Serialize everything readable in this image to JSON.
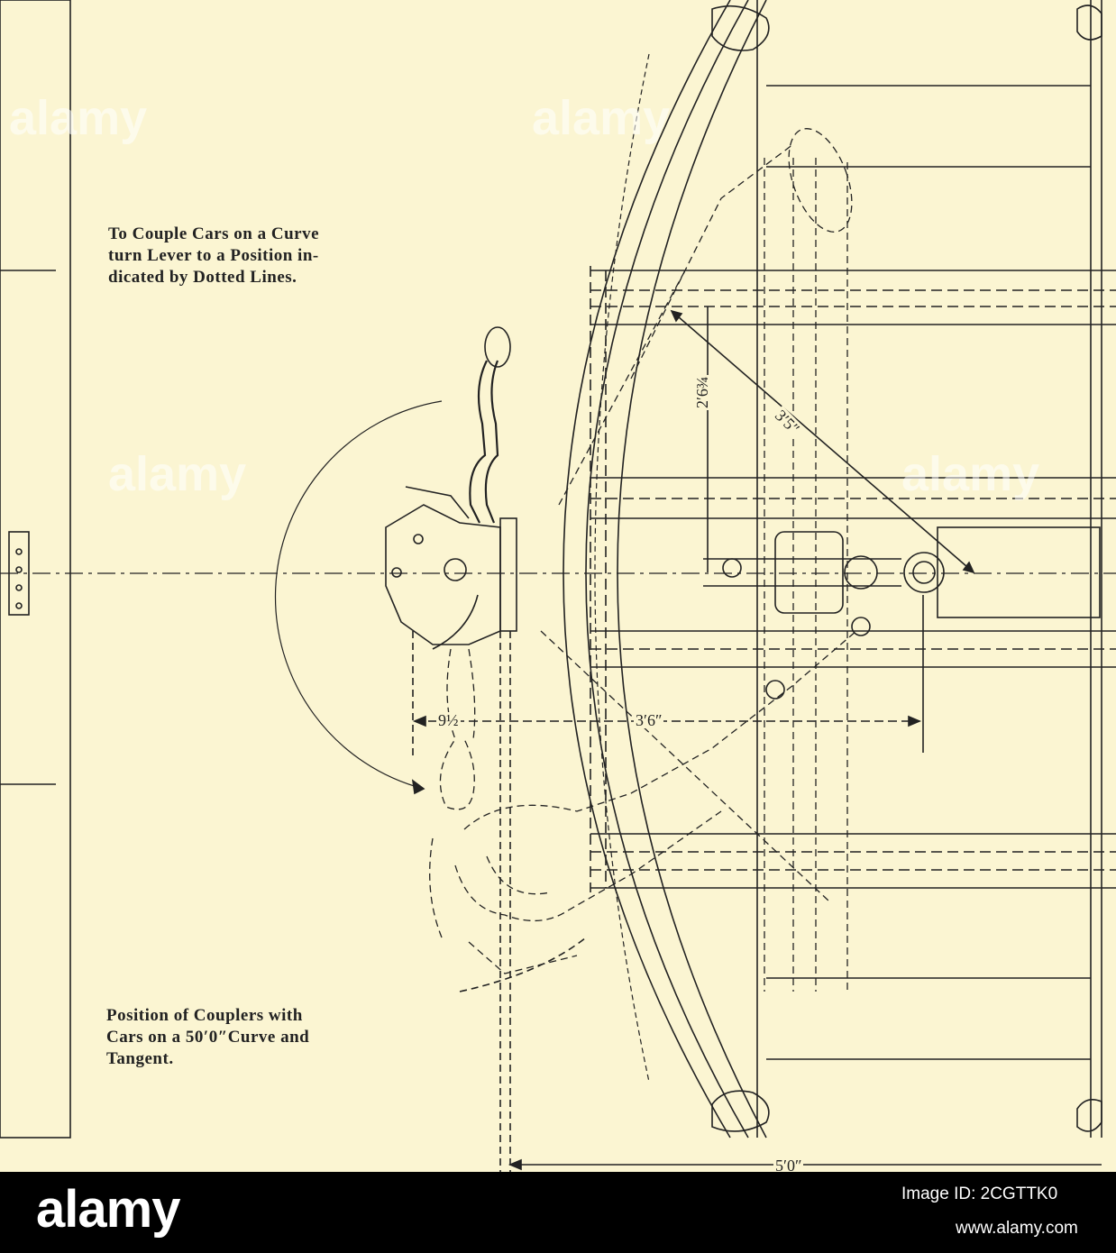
{
  "notes": {
    "curve_line1": "To Couple Cars on a Curve",
    "curve_line2": "turn Lever to a Position in-",
    "curve_line3": "dicated by Dotted Lines.",
    "position_line1": "Position of Couplers with",
    "position_line2": "Cars on a 50′0″Curve and",
    "position_line3": "Tangent."
  },
  "dimensions": {
    "d_9_5": "9½",
    "d_3_6": "3′6″",
    "d_2_6_75": "2′6¾",
    "d_3_5": "3′5″",
    "d_5_0": "5′0″"
  },
  "watermark": {
    "brand": "alamy",
    "image_id": "Image ID: 2CGTTK0",
    "site": "www.alamy.com",
    "overlay": "alamy"
  },
  "colors": {
    "paper": "#fbf5d2",
    "ink": "#222222",
    "footer": "#000000"
  }
}
